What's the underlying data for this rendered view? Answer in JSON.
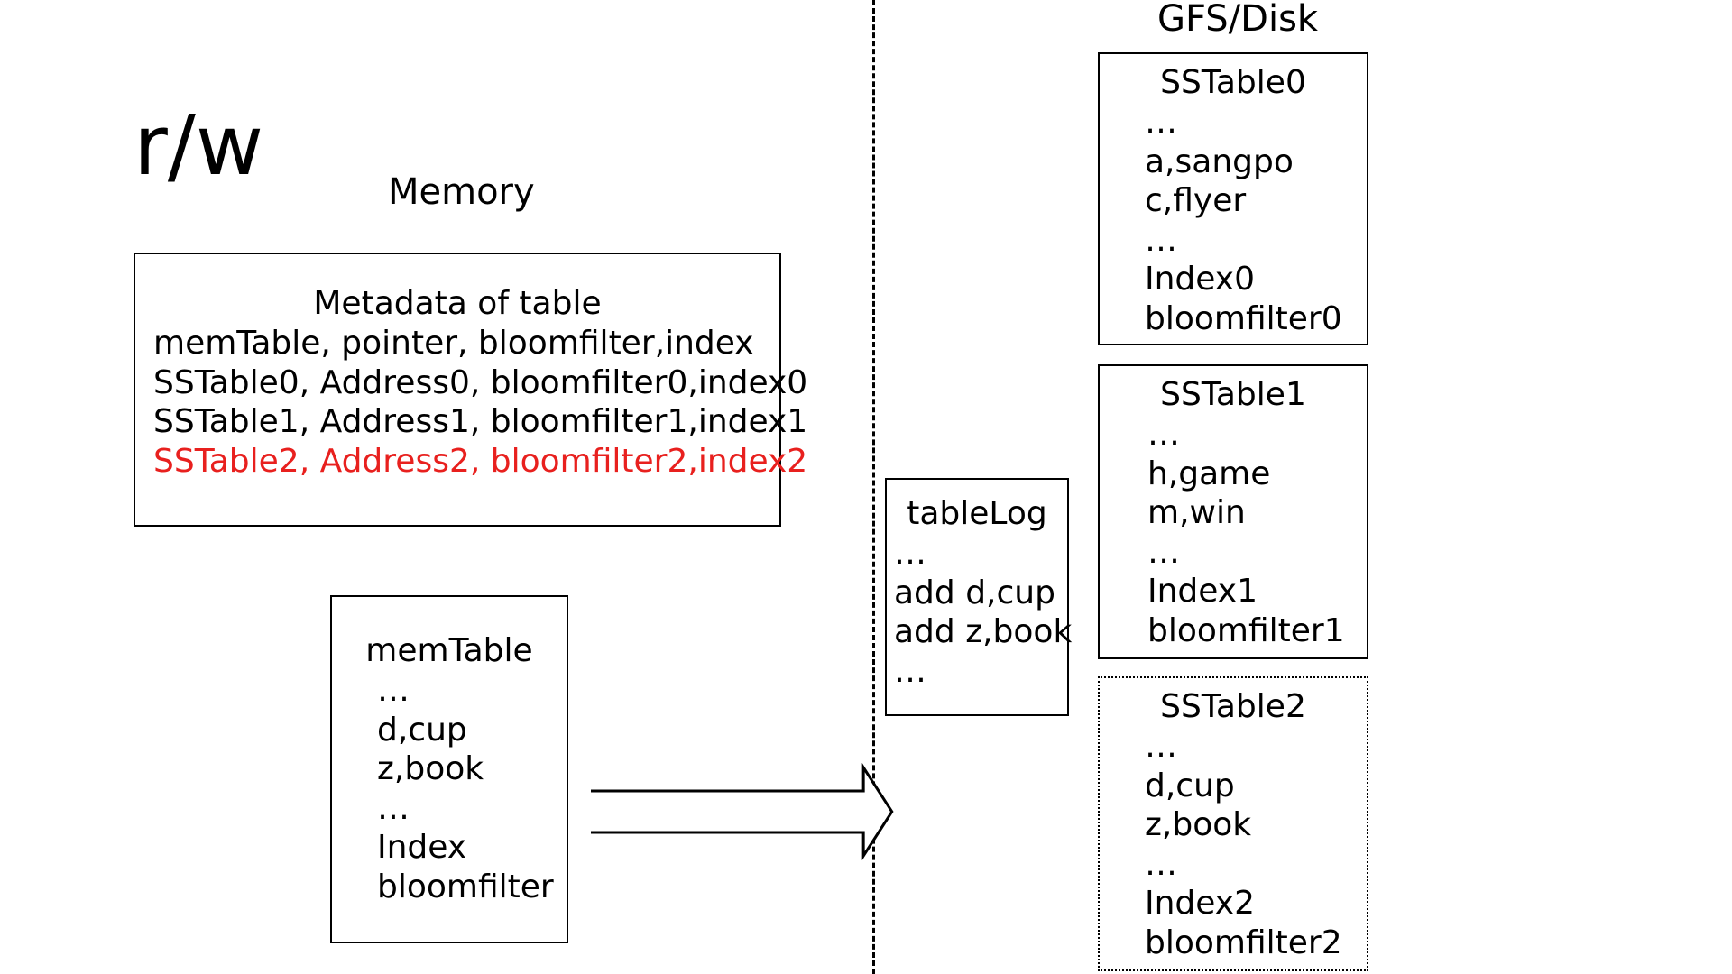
{
  "slide": {
    "title": "r/w"
  },
  "memory": {
    "label": "Memory",
    "metadata": {
      "title": "Metadata of table",
      "rows": [
        {
          "left": "memTable, pointer, bloomfilter,",
          "right": "index",
          "highlight": false
        },
        {
          "left": "SSTable0, Address0, bloomfilter0,",
          "right": "index0",
          "highlight": false
        },
        {
          "left": "SSTable1, Address1, bloomfilter1,",
          "right": "index1",
          "highlight": false
        },
        {
          "left": "SSTable2, Address2, bloomfilter2,",
          "right": "index2",
          "highlight": true
        }
      ]
    },
    "memtable": {
      "title": "memTable",
      "lines": [
        "…",
        "d,cup",
        "z,book",
        "…",
        "Index",
        "bloomfilter"
      ]
    }
  },
  "table_log": {
    "title": "tableLog",
    "lines": [
      "…",
      "add d,cup",
      "add z,book",
      "…"
    ]
  },
  "disk": {
    "label": "GFS/Disk",
    "sstables": [
      {
        "title": "SSTable0",
        "lines": [
          "…",
          "a,sangpo",
          "c,flyer",
          "…",
          "Index0",
          "bloomfilter0"
        ]
      },
      {
        "title": "SSTable1",
        "lines": [
          "…",
          "h,game",
          "m,win",
          "…",
          "Index1",
          "bloomfilter1"
        ]
      },
      {
        "title": "SSTable2",
        "lines": [
          "…",
          "d,cup",
          "z,book",
          "…",
          "Index2",
          "bloomfilter2"
        ]
      }
    ]
  },
  "colors": {
    "highlight": "#e8201e",
    "stroke": "#000000"
  }
}
